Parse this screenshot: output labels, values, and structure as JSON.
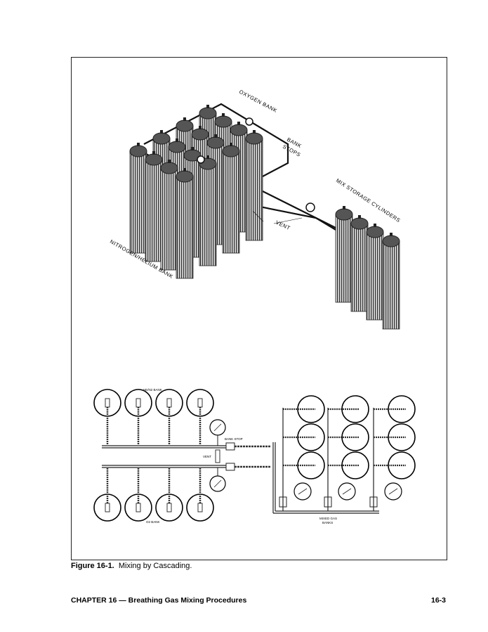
{
  "figure": {
    "labels": {
      "oxygen_bank": "OXYGEN BANK",
      "bank_stops": [
        "BANK",
        "STOPS"
      ],
      "mix_storage": "MIX STORAGE CYLINDERS",
      "vent": "VENT",
      "nitrogen_helium_bank": "NITROGEN/HELIUM BANK"
    },
    "schematic_labels": {
      "he_n2_bank": "HE/N2 BANK",
      "o2_bank": "O2 BANK",
      "bank_stop": "BANK STOP",
      "vent": "VENT",
      "mixed_gas_banks": [
        "MIXED GAS",
        "BANKS"
      ]
    }
  },
  "caption": {
    "number": "Figure 16-1.",
    "text": "Mixing by Cascading."
  },
  "footer": {
    "chapter": "CHAPTER 16 — Breathing Gas Mixing Procedures",
    "page": "16-3"
  }
}
